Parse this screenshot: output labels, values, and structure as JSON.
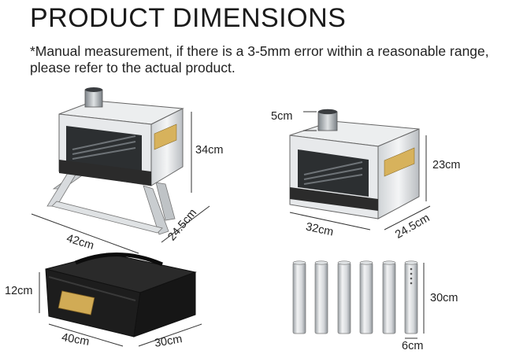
{
  "header": {
    "title": "PRODUCT DIMENSIONS",
    "note": "*Manual measurement, if there is a 3-5mm error within a reasonable range, please refer to the actual product."
  },
  "stove_with_legs": {
    "height": "34cm",
    "length": "42cm",
    "width": "24.5cm"
  },
  "stove_compact": {
    "chimney": "5cm",
    "height": "23cm",
    "length": "32cm",
    "width": "24.5cm"
  },
  "carry_bag": {
    "height": "12cm",
    "length": "40cm",
    "width": "30cm"
  },
  "pipes": {
    "length": "30cm",
    "diameter": "6cm",
    "count": 6
  }
}
